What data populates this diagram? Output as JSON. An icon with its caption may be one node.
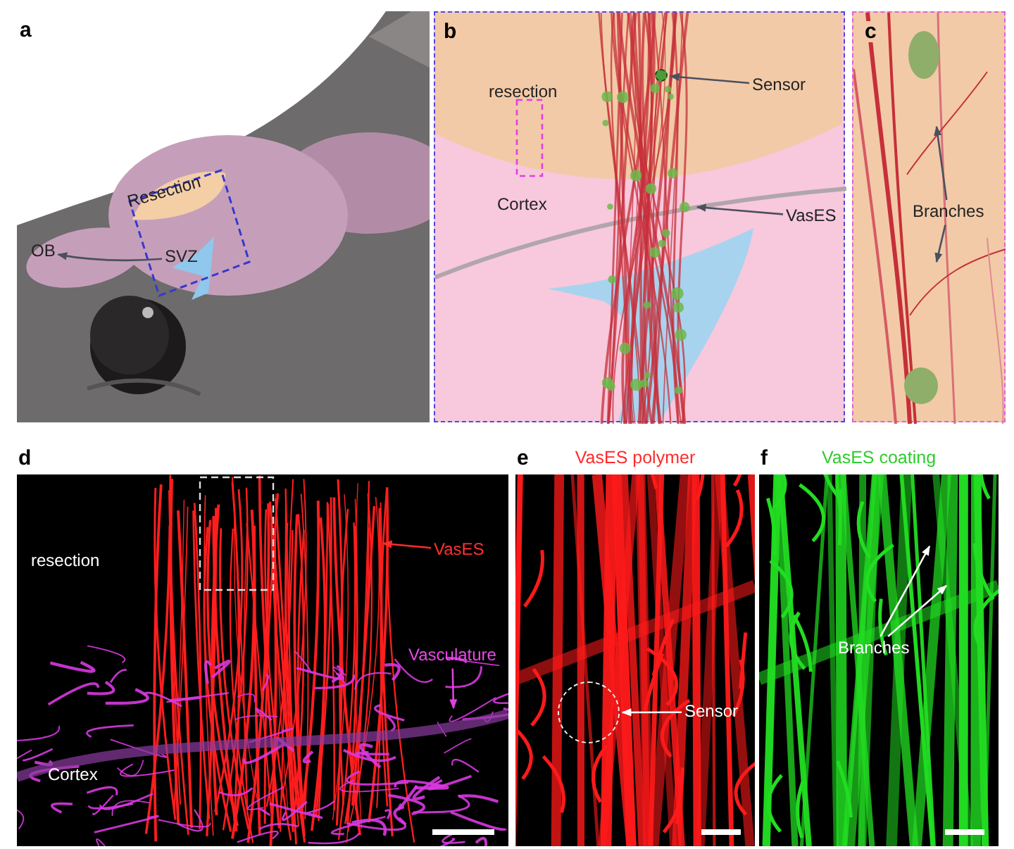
{
  "diagram": {
    "nodes": [
      {
        "text": [
          "a"
        ]
      },
      {
        "text": [
          "Resection"
        ],
        "in": 0
      },
      {
        "text": [
          "SVZ"
        ],
        "in": 0
      },
      {
        "text": [
          "OB"
        ],
        "in": 0
      },
      {
        "text": [
          "b"
        ]
      },
      {
        "text": [
          "resection"
        ],
        "in": 4
      },
      {
        "text": [
          "Cortex"
        ],
        "in": 4
      },
      {
        "text": [
          "Sensor"
        ],
        "in": 4
      },
      {
        "text": [],
        "shape": "circle",
        "in": 4
      },
      {
        "text": [
          "VasES"
        ],
        "in": 4
      },
      {
        "text": [
          "c"
        ]
      },
      {
        "text": [
          "Branches"
        ],
        "in": 10
      },
      {
        "text": [
          "d"
        ]
      },
      {
        "text": [
          "resection"
        ],
        "in": 12
      },
      {
        "text": [
          "VasES"
        ],
        "in": 12
      },
      {
        "text": [
          "Vasculature"
        ],
        "in": 12
      },
      {
        "text": [
          "Cortex"
        ],
        "in": 12
      },
      {
        "text": [
          "e",
          "VasES polymer"
        ]
      },
      {
        "text": [
          "Sensor"
        ],
        "in": 17
      },
      {
        "text": [],
        "shape": "circle",
        "in": 17
      },
      {
        "text": [
          "f",
          "VasES coating"
        ]
      },
      {
        "text": [
          "Branches"
        ],
        "in": 20
      }
    ],
    "edges": [
      {
        "from": 2,
        "to": 3,
        "arrow": "to"
      },
      {
        "from": 7,
        "to": 8,
        "arrow": "to"
      },
      {
        "from": 9,
        "to": null,
        "arrow": "to"
      },
      {
        "from": 11,
        "to": null,
        "arrow": "to"
      },
      {
        "from": 11,
        "to": null,
        "arrow": "to"
      },
      {
        "from": 14,
        "to": null,
        "arrow": "to",
        "color": "#ff2a2a"
      },
      {
        "from": 15,
        "to": null,
        "arrow": "to",
        "color": "#e040e0"
      },
      {
        "from": 18,
        "to": 19,
        "arrow": "to",
        "color": "#ffffff"
      },
      {
        "from": 21,
        "to": null,
        "arrow": "to",
        "color": "#ffffff"
      },
      {
        "from": 21,
        "to": null,
        "arrow": "to",
        "color": "#ffffff"
      }
    ]
  }
}
